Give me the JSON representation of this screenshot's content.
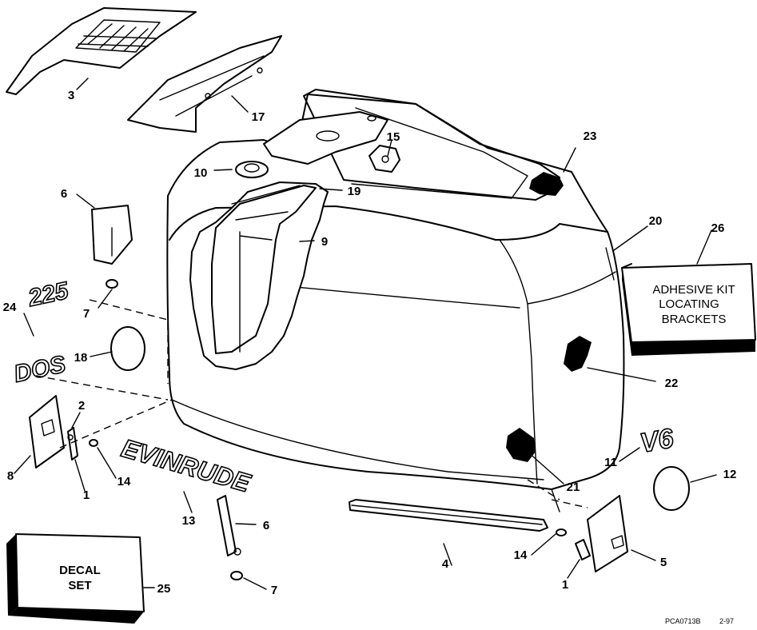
{
  "diagram": {
    "callouts": {
      "c3": "3",
      "c17": "17",
      "c15": "15",
      "c23": "23",
      "c10": "10",
      "c19": "19",
      "c6a": "6",
      "c9": "9",
      "c20": "20",
      "c26": "26",
      "c7a": "7",
      "c24": "24",
      "c18": "18",
      "c22": "22",
      "c2": "2",
      "c8": "8",
      "c14a": "14",
      "c1a": "1",
      "c13": "13",
      "c6b": "6",
      "c7b": "7",
      "c4": "4",
      "c14b": "14",
      "c1b": "1",
      "c5": "5",
      "c11": "11",
      "c12": "12",
      "c21": "21",
      "c25": "25"
    },
    "adhesive_box": {
      "line1": "ADHESIVE KIT",
      "line2": "LOCATING",
      "line3": "BRACKETS"
    },
    "decal_box": {
      "line1": "DECAL",
      "line2": "SET"
    },
    "emblems": {
      "evinrude": "EVINRUDE",
      "v6": "V6",
      "dos": "DOS",
      "num": "225"
    },
    "footer": {
      "code": "PCA0713B",
      "date": "2-97"
    }
  }
}
